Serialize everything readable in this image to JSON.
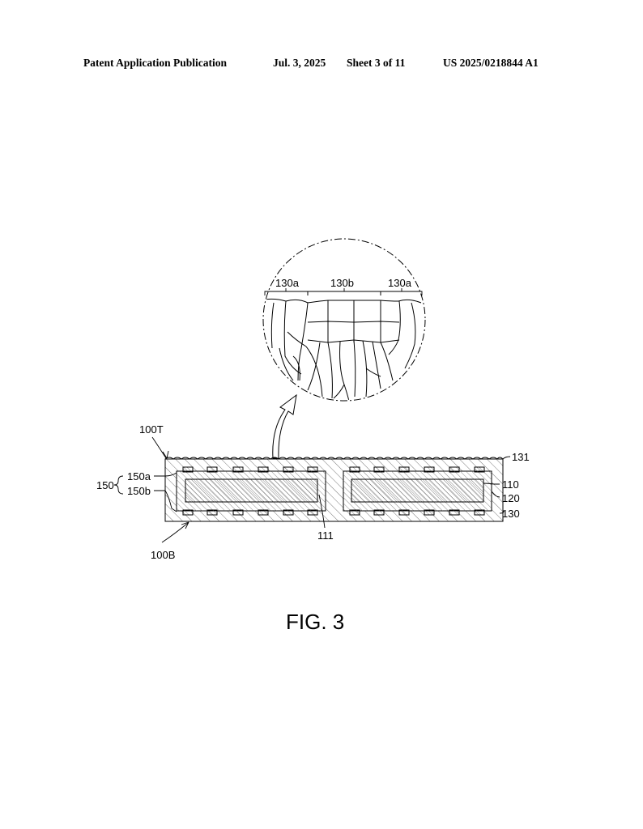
{
  "header": {
    "publication": "Patent Application Publication",
    "date": "Jul. 3, 2025",
    "sheet": "Sheet 3 of 11",
    "number": "US 2025/0218844 A1"
  },
  "labels": {
    "top": "100T",
    "bottom": "100B",
    "group": "150",
    "upper": "150a",
    "lower": "150b",
    "surface": "131",
    "core": "110",
    "mid": "120",
    "outer": "130",
    "edge": "111",
    "zone_a_left": "130a",
    "zone_b": "130b",
    "zone_a_right": "130a"
  },
  "figure": {
    "caption": "FIG. 3"
  }
}
